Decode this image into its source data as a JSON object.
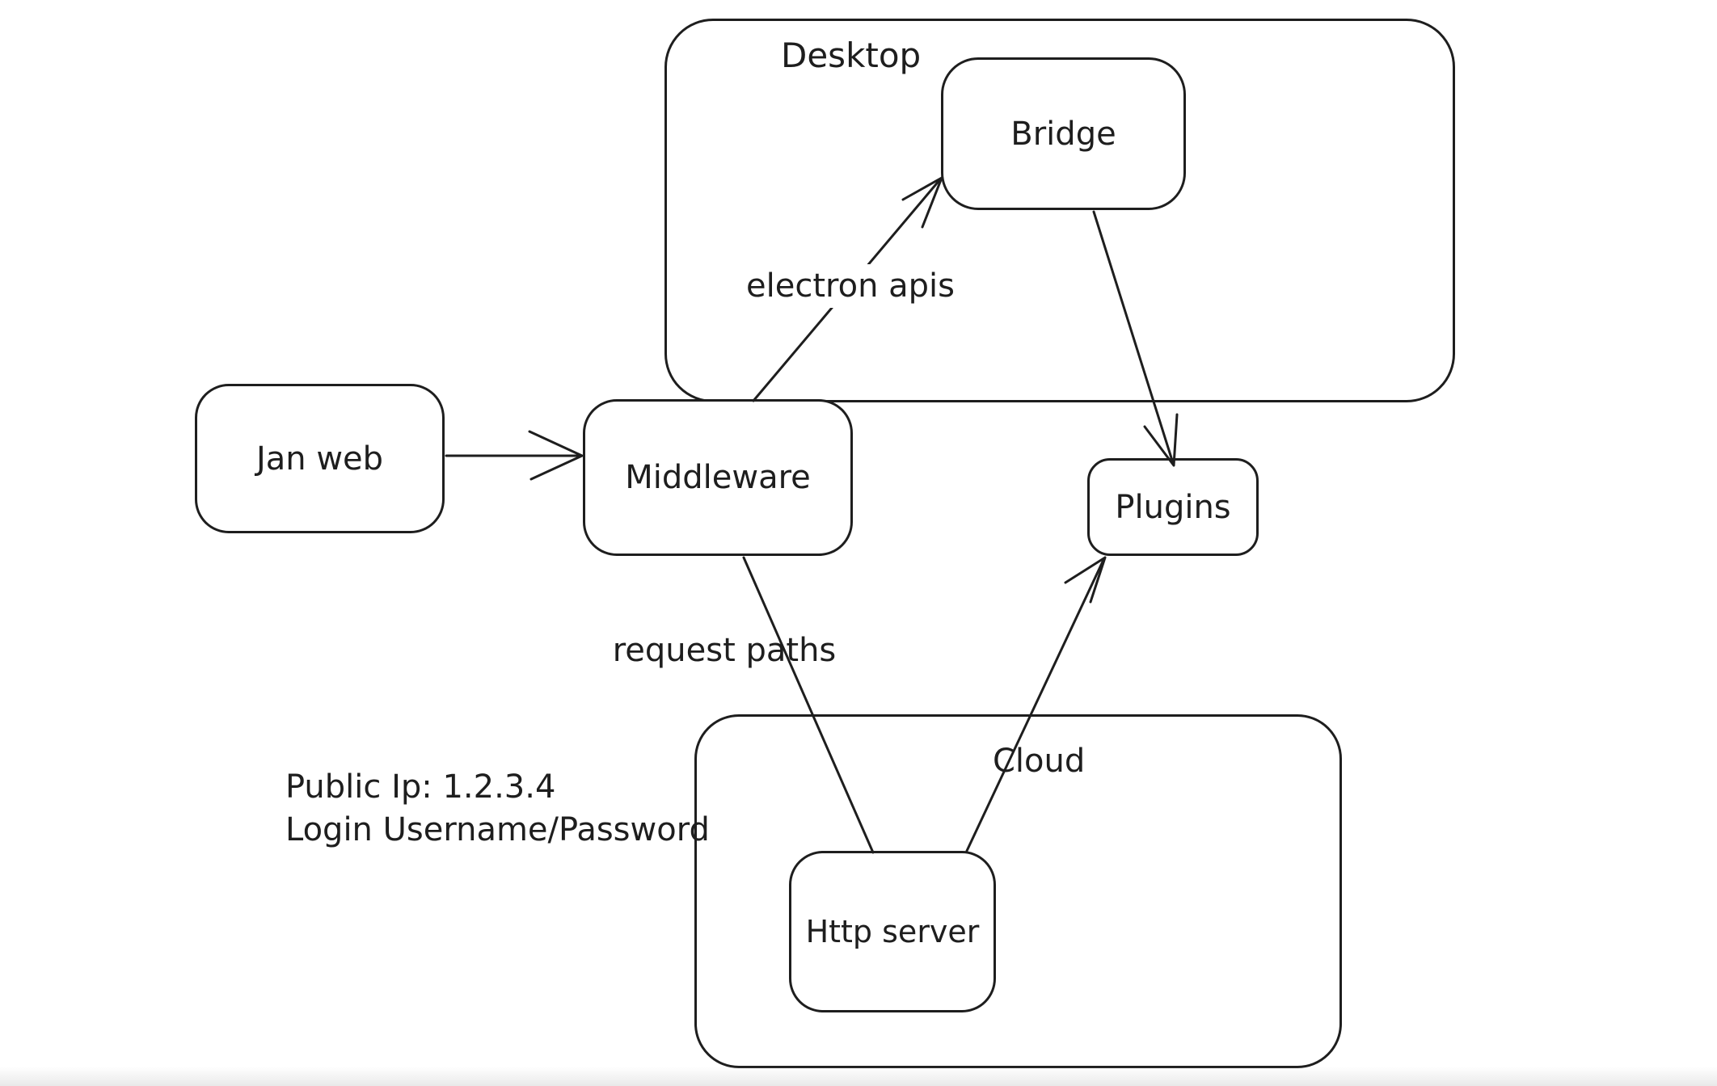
{
  "canvas": {
    "background_color": "#ffffff",
    "stroke_color": "#1e1e1e"
  },
  "containers": [
    {
      "id": "desktop",
      "label": "Desktop"
    },
    {
      "id": "cloud",
      "label": "Cloud"
    }
  ],
  "nodes": [
    {
      "id": "jan-web",
      "label": "Jan web"
    },
    {
      "id": "middleware",
      "label": "Middleware"
    },
    {
      "id": "bridge",
      "label": "Bridge"
    },
    {
      "id": "plugins",
      "label": "Plugins"
    },
    {
      "id": "http-server",
      "label": "Http server"
    }
  ],
  "edges": [
    {
      "id": "janweb-to-middleware",
      "from": "Jan web",
      "to": "Middleware",
      "label": "",
      "arrowhead": true
    },
    {
      "id": "middleware-to-bridge",
      "from": "Middleware",
      "to": "Bridge",
      "label": "electron apis",
      "arrowhead": true
    },
    {
      "id": "bridge-to-plugins",
      "from": "Bridge",
      "to": "Plugins",
      "label": "",
      "arrowhead": true
    },
    {
      "id": "middleware-to-httpserver",
      "from": "Middleware",
      "to": "Http server",
      "label": "request paths",
      "arrowhead": false
    },
    {
      "id": "httpserver-to-plugins",
      "from": "Http server",
      "to": "Plugins",
      "label": "",
      "arrowhead": true
    }
  ],
  "annotations": {
    "line1": "Public Ip: 1.2.3.4",
    "line2": "Login Username/Password"
  }
}
